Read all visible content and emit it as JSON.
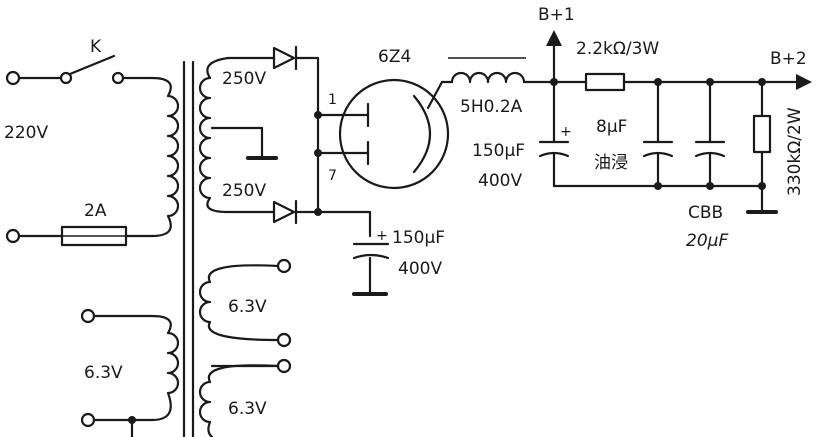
{
  "labels": {
    "mains_voltage": "220V",
    "switch": "K",
    "fuse": "2A",
    "sec_hv_top": "250V",
    "sec_hv_bottom": "250V",
    "fil_1": "6.3V",
    "fil_2": "6.3V",
    "primary_fil": "6.3V",
    "tube": "6Z4",
    "pin1": "1",
    "pin7": "7",
    "choke": "5H0.2A",
    "cap_in_value": "150μF",
    "cap_in_voltage": "400V",
    "cap_main_value": "150μF",
    "cap_main_voltage": "400V",
    "cap_plus_1": "+",
    "cap_plus_2": "+",
    "cap_oil_value": "8μF",
    "cap_oil_type": "油浸",
    "resistor_series": "2.2kΩ/3W",
    "resistor_bleeder": "330kΩ/2W",
    "cap_cbb_type": "CBB",
    "cap_cbb_value": "20μF",
    "rail_1": "B+1",
    "rail_2": "B+2"
  }
}
